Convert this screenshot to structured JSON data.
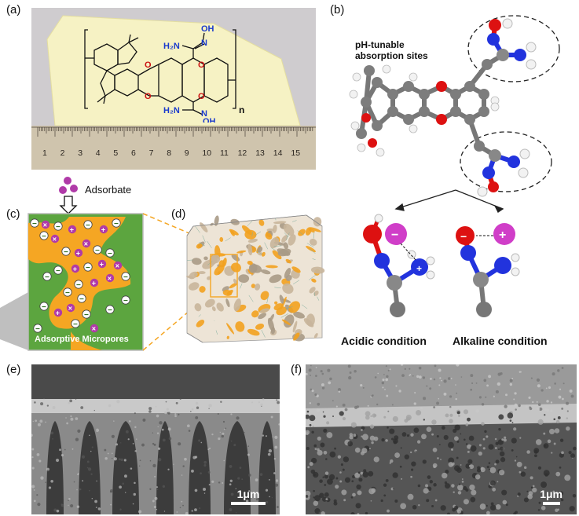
{
  "panels": {
    "a": {
      "label": "(a)",
      "ruler_numbers": [
        "1",
        "2",
        "3",
        "4",
        "5",
        "6",
        "7",
        "8",
        "9",
        "10",
        "11",
        "12",
        "13",
        "14",
        "15"
      ],
      "chem": {
        "h2n_top": "H₂N",
        "n_top": "N",
        "oh_top": "OH",
        "h2n_bottom": "H₂N",
        "n_bottom": "N",
        "oh_bottom": "OH",
        "o1": "O",
        "o2": "O",
        "o3": "O",
        "o4": "O",
        "repeat": "n"
      }
    },
    "b": {
      "label": "(b)",
      "sites_line1": "pH-tunable",
      "sites_line2": "absorption sites",
      "acidic": "Acidic condition",
      "alkaline": "Alkaline condition",
      "minus": "−",
      "plus": "+"
    },
    "c": {
      "label": "(c)",
      "adsorbate": "Adsorbate",
      "micropores": "Adsorptive Micropores",
      "minus": "−",
      "plus": "+",
      "cross": "×"
    },
    "d": {
      "label": "(d)"
    },
    "e": {
      "label": "(e)",
      "scale": "1μm"
    },
    "f": {
      "label": "(f)",
      "scale": "1μm"
    }
  },
  "colors": {
    "film": "#f6f2c4",
    "orange": "#f5a623",
    "green": "#5ca53f",
    "purple": "#b03aa8",
    "blue_atom": "#2233dd",
    "red_atom": "#dd1111",
    "grey_atom": "#888888"
  }
}
